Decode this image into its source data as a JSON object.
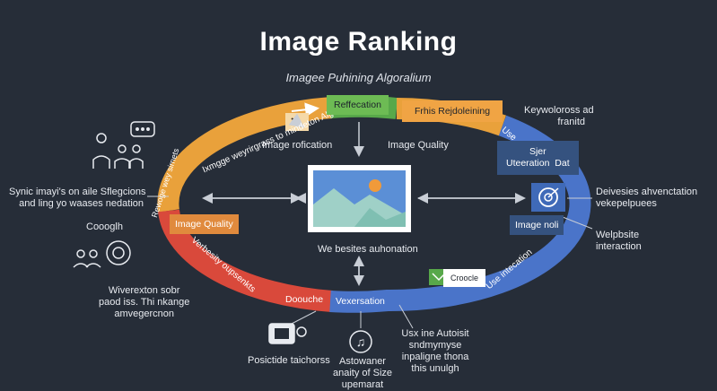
{
  "title": "Image Ranking",
  "subtitle": "Imagee Puhining Algoralium",
  "ring": {
    "orange_arc_text": "Ixmgge weyrirgrass to mindeton Algoralium",
    "left_arc_text": "Rewoge wey sirnets",
    "red_arc_text": "Verbesity oupsenkts",
    "blue_arc_text": "Use intecation",
    "blue_top_text": "Use"
  },
  "boxes": {
    "reffecation": "Reffecation",
    "frhis": "Frhis Rejdoleining",
    "image_quality_left": "Image Quality",
    "sjer": "Sjer\nUteeration  Dat",
    "image_noli": "Image noli",
    "doouche": "Doouche",
    "vexersation": "Vexersation",
    "croocle": "Croocle"
  },
  "labels": {
    "image_rofication": "Image rofication",
    "image_quality_center": "Image Quality",
    "websites": "We besites auhonation",
    "synic": "Synic imayi's on aile Sflegcions\nand ling yo waases nedation",
    "coogh": "Coooglh",
    "wiverexton": "Wiverexton sobr\npaod iss. Thi nkange\namvegercnon",
    "keywoross": "Keywoloross ad\nfranitd",
    "deivesies": "Deivesies ahvenctation\nvekepelpuees",
    "welpbsite": "Welpbsite\ninteraction",
    "posictide": "Posictide taichorss",
    "astowaner": "Astowaner\nanaity of Size\nupemarat",
    "usxine": "Usx ine Autoisit\nsndmymyse\ninpaligne thona\nthis unulgh"
  },
  "colors": {
    "background": "#262d38",
    "orange": "#e9a13b",
    "red": "#d9493b",
    "blue": "#4a74c9",
    "green": "#58a84a",
    "dark_blue_box": "#35527f"
  },
  "icons": [
    "people-chat-icon",
    "gear-people-icon",
    "image-icon",
    "target-icon",
    "mail-icon",
    "media-gear-icon",
    "music-note-icon",
    "arrow-icon"
  ]
}
